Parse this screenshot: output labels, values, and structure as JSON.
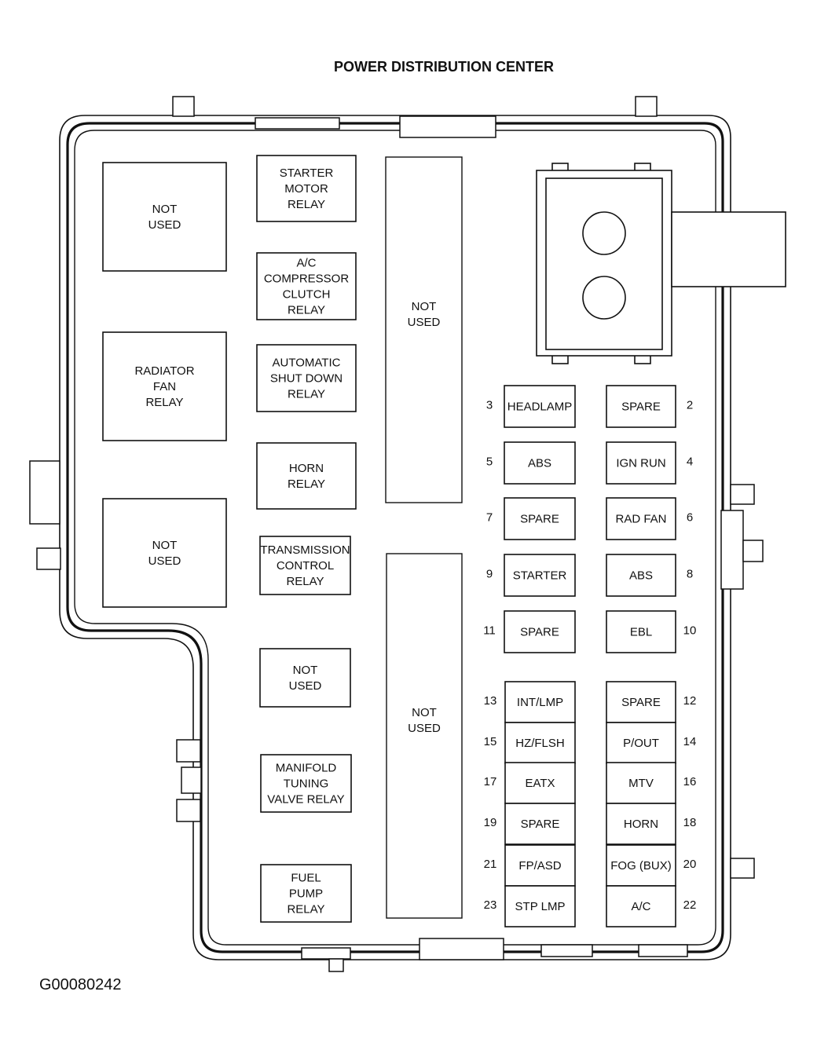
{
  "title": "POWER DISTRIBUTION CENTER",
  "figure_code": "G00080242",
  "left_column": [
    {
      "lines": [
        "NOT",
        "USED"
      ]
    },
    {
      "lines": [
        "RADIATOR",
        "FAN",
        "RELAY"
      ]
    },
    {
      "lines": [
        "NOT",
        "USED"
      ]
    }
  ],
  "relays": [
    {
      "lines": [
        "STARTER",
        "MOTOR",
        "RELAY"
      ]
    },
    {
      "lines": [
        "A/C",
        "COMPRESSOR",
        "CLUTCH",
        "RELAY"
      ]
    },
    {
      "lines": [
        "AUTOMATIC",
        "SHUT DOWN",
        "RELAY"
      ]
    },
    {
      "lines": [
        "HORN",
        "RELAY"
      ]
    },
    {
      "lines": [
        "TRANSMISSION",
        "CONTROL",
        "RELAY"
      ]
    },
    {
      "lines": [
        "NOT",
        "USED"
      ]
    },
    {
      "lines": [
        "MANIFOLD",
        "TUNING",
        "VALVE RELAY"
      ]
    },
    {
      "lines": [
        "FUEL",
        "PUMP",
        "RELAY"
      ]
    }
  ],
  "tall_blocks": [
    {
      "lines": [
        "NOT",
        "USED"
      ]
    },
    {
      "lines": [
        "NOT",
        "USED"
      ]
    }
  ],
  "fuses_left": [
    {
      "num": "3",
      "label": "HEADLAMP"
    },
    {
      "num": "5",
      "label": "ABS"
    },
    {
      "num": "7",
      "label": "SPARE"
    },
    {
      "num": "9",
      "label": "STARTER"
    },
    {
      "num": "11",
      "label": "SPARE"
    },
    {
      "num": "13",
      "label": "INT/LMP"
    },
    {
      "num": "15",
      "label": "HZ/FLSH"
    },
    {
      "num": "17",
      "label": "EATX"
    },
    {
      "num": "19",
      "label": "SPARE"
    },
    {
      "num": "21",
      "label": "FP/ASD"
    },
    {
      "num": "23",
      "label": "STP LMP"
    }
  ],
  "fuses_right": [
    {
      "num": "2",
      "label": "SPARE"
    },
    {
      "num": "4",
      "label": "IGN RUN"
    },
    {
      "num": "6",
      "label": "RAD FAN"
    },
    {
      "num": "8",
      "label": "ABS"
    },
    {
      "num": "10",
      "label": "EBL"
    },
    {
      "num": "12",
      "label": "SPARE"
    },
    {
      "num": "14",
      "label": "P/OUT"
    },
    {
      "num": "16",
      "label": "MTV"
    },
    {
      "num": "18",
      "label": "HORN"
    },
    {
      "num": "20",
      "label": "FOG (BUX)"
    },
    {
      "num": "22",
      "label": "A/C"
    }
  ]
}
